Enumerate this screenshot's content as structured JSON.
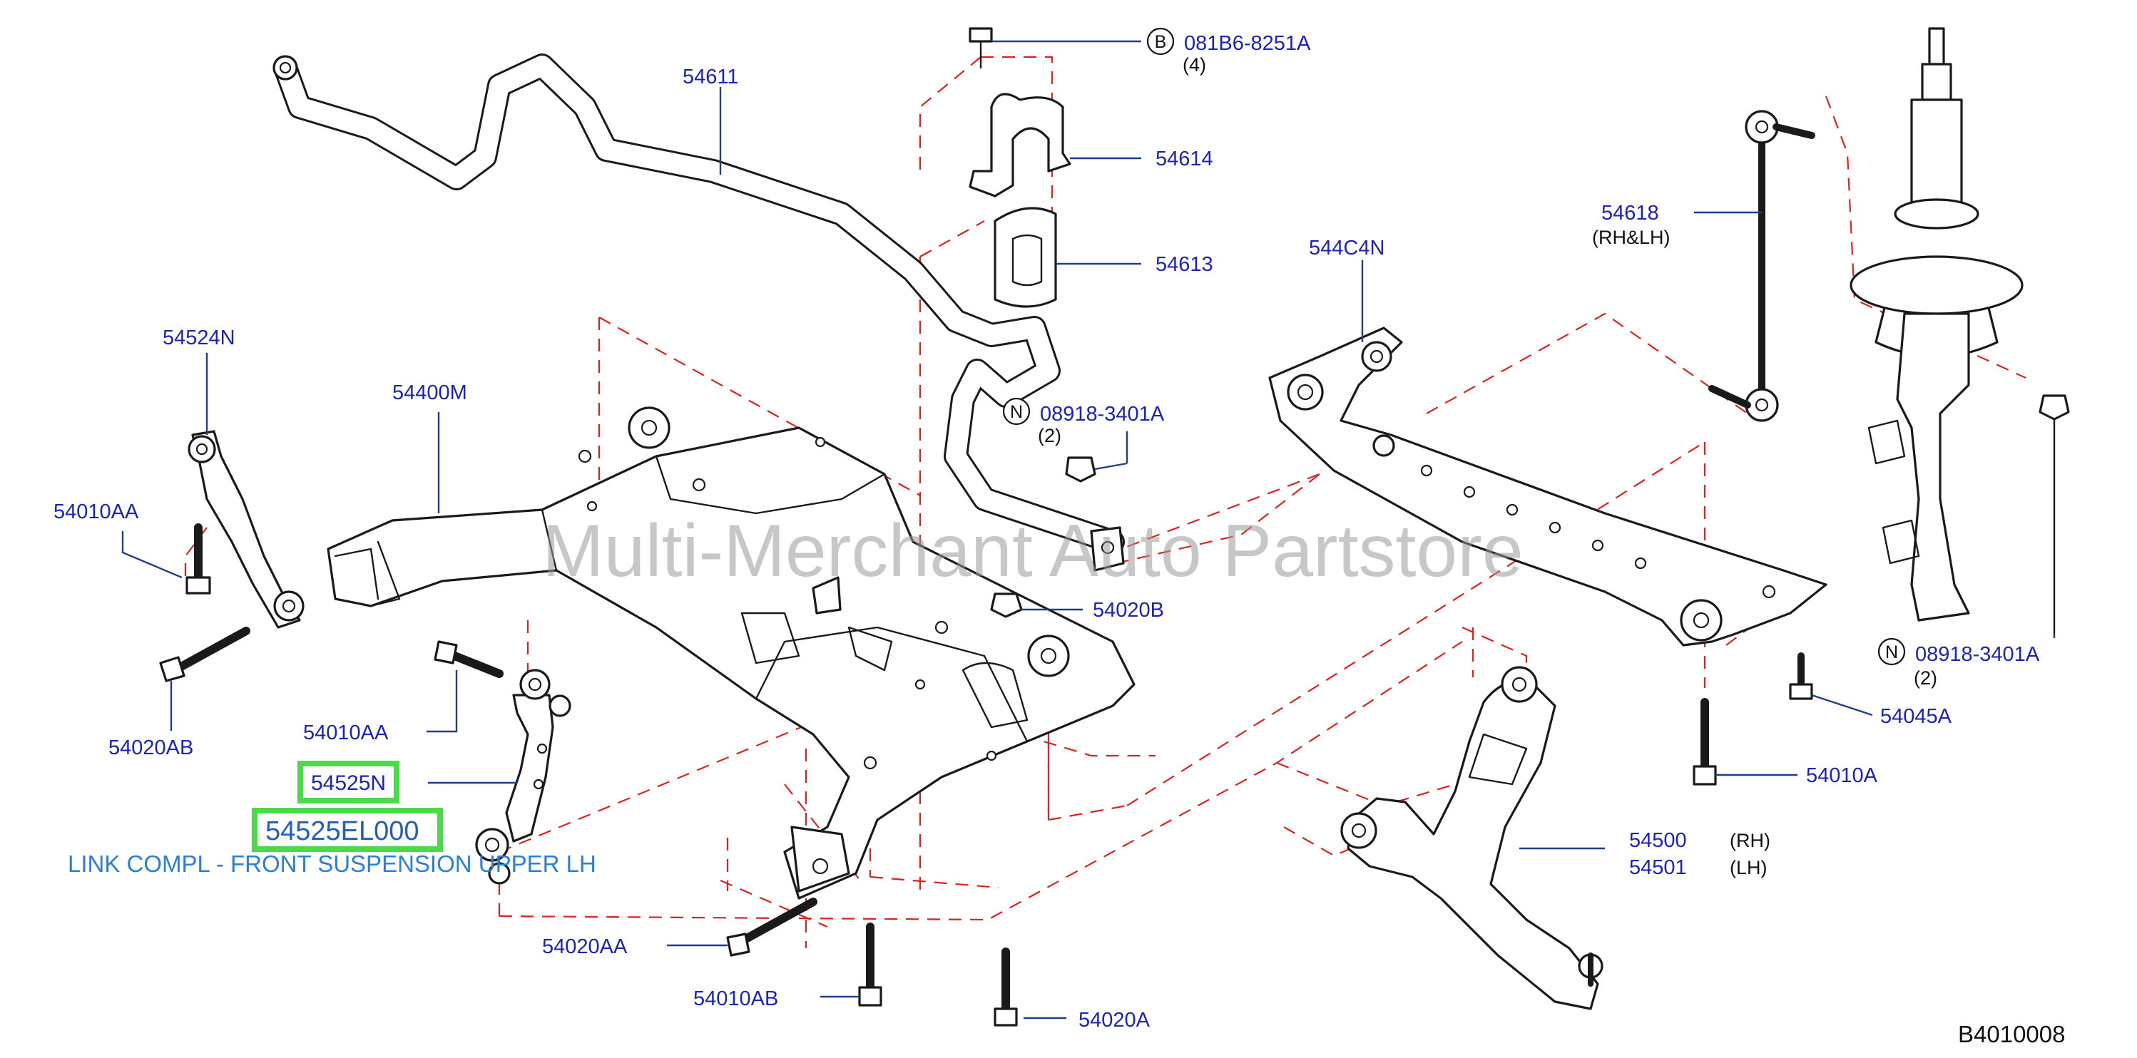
{
  "diagram": {
    "watermark": "Multi-Merchant Auto Partstore",
    "diagram_code": "B4010008",
    "labels": {
      "p54611": "54611",
      "p081b6": "081B6-8251A",
      "p081b6_qty": "(4)",
      "p081b6_marker": "B",
      "p54614": "54614",
      "p54613": "54613",
      "p54618": "54618",
      "p54618_note": "(RH&LH)",
      "p544c4n": "544C4N",
      "p54524n": "54524N",
      "p54400m": "54400M",
      "p08918_a": "08918-3401A",
      "p08918_a_qty": "(2)",
      "p08918_a_marker": "N",
      "p54010aa_top": "54010AA",
      "p54020b": "54020B",
      "p08918_b": "08918-3401A",
      "p08918_b_qty": "(2)",
      "p08918_b_marker": "N",
      "p54020ab": "54020AB",
      "p54010aa_mid": "54010AA",
      "p54045a": "54045A",
      "p54525n": "54525N",
      "p54525el000": "54525EL000",
      "p54525_desc": "LINK COMPL - FRONT SUSPENSION UPPER LH",
      "p54010a": "54010A",
      "p54500": "54500",
      "p54500_side": "(RH)",
      "p54501": "54501",
      "p54501_side": "(LH)",
      "p54020aa": "54020AA",
      "p54010ab": "54010AB",
      "p54020a": "54020A"
    }
  },
  "colors": {
    "label": "#1b23b8",
    "leader": "#1f3d8f",
    "dashed_guide": "#e02020",
    "highlight": "#4cd94c",
    "description": "#2a7fd8",
    "watermark": "#9a9a9a"
  }
}
